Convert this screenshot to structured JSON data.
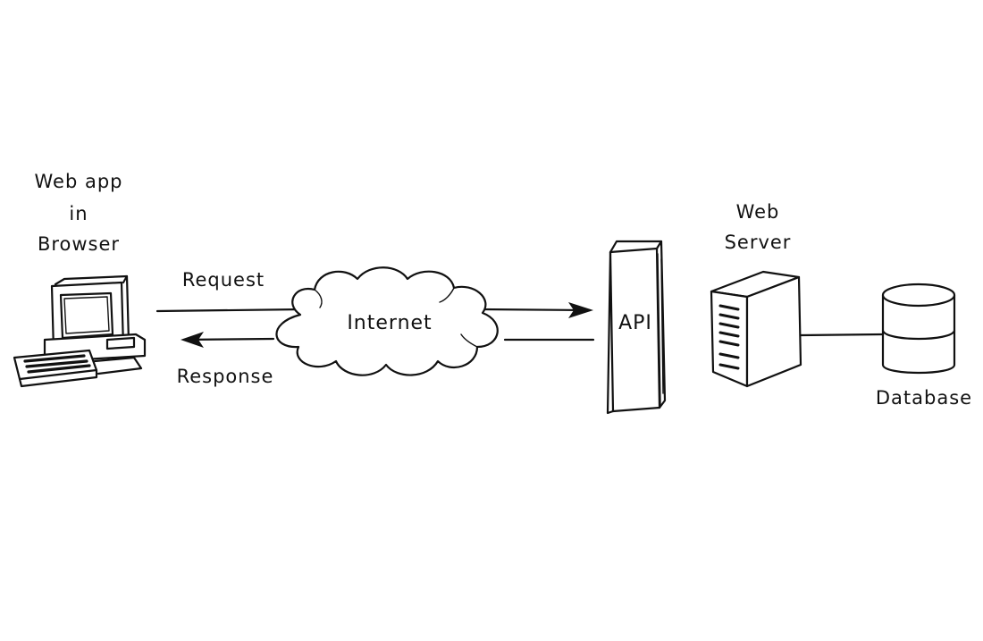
{
  "labels": {
    "client_line1": "Web app",
    "client_line2": "in",
    "client_line3": "Browser",
    "request": "Request",
    "response": "Response",
    "internet": "Internet",
    "api": "API",
    "server_line1": "Web",
    "server_line2": "Server",
    "database": "Database"
  },
  "icons": {
    "client": "computer-icon",
    "network": "cloud-icon",
    "gateway": "api-column-icon",
    "server": "server-tower-icon",
    "storage": "database-cylinder-icon"
  },
  "colors": {
    "ink": "#111111",
    "background": "#ffffff"
  }
}
